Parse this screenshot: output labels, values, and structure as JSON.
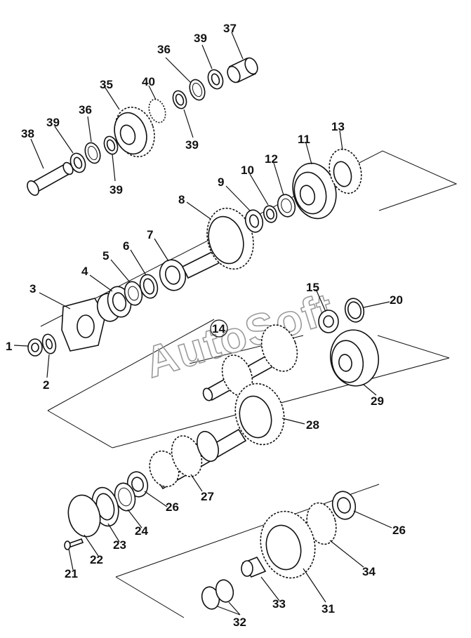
{
  "watermark": "AutoSoft",
  "callouts": [
    {
      "id": "c1",
      "text": "1"
    },
    {
      "id": "c2",
      "text": "2"
    },
    {
      "id": "c3",
      "text": "3"
    },
    {
      "id": "c4",
      "text": "4"
    },
    {
      "id": "c5",
      "text": "5"
    },
    {
      "id": "c6",
      "text": "6"
    },
    {
      "id": "c7",
      "text": "7"
    },
    {
      "id": "c8",
      "text": "8"
    },
    {
      "id": "c9",
      "text": "9"
    },
    {
      "id": "c10",
      "text": "10"
    },
    {
      "id": "c11",
      "text": "11"
    },
    {
      "id": "c12",
      "text": "12"
    },
    {
      "id": "c13",
      "text": "13"
    },
    {
      "id": "c14",
      "text": "14"
    },
    {
      "id": "c15",
      "text": "15"
    },
    {
      "id": "c20",
      "text": "20"
    },
    {
      "id": "c21",
      "text": "21"
    },
    {
      "id": "c22",
      "text": "22"
    },
    {
      "id": "c23",
      "text": "23"
    },
    {
      "id": "c24",
      "text": "24"
    },
    {
      "id": "c26a",
      "text": "26"
    },
    {
      "id": "c26b",
      "text": "26"
    },
    {
      "id": "c27",
      "text": "27"
    },
    {
      "id": "c28",
      "text": "28"
    },
    {
      "id": "c29",
      "text": "29"
    },
    {
      "id": "c31",
      "text": "31"
    },
    {
      "id": "c32",
      "text": "32"
    },
    {
      "id": "c33",
      "text": "33"
    },
    {
      "id": "c34",
      "text": "34"
    },
    {
      "id": "c35",
      "text": "35"
    },
    {
      "id": "c36a",
      "text": "36"
    },
    {
      "id": "c36b",
      "text": "36"
    },
    {
      "id": "c37",
      "text": "37"
    },
    {
      "id": "c38",
      "text": "38"
    },
    {
      "id": "c39a",
      "text": "39"
    },
    {
      "id": "c39b",
      "text": "39"
    },
    {
      "id": "c39c",
      "text": "39"
    },
    {
      "id": "c39d",
      "text": "39"
    },
    {
      "id": "c40",
      "text": "40"
    }
  ]
}
